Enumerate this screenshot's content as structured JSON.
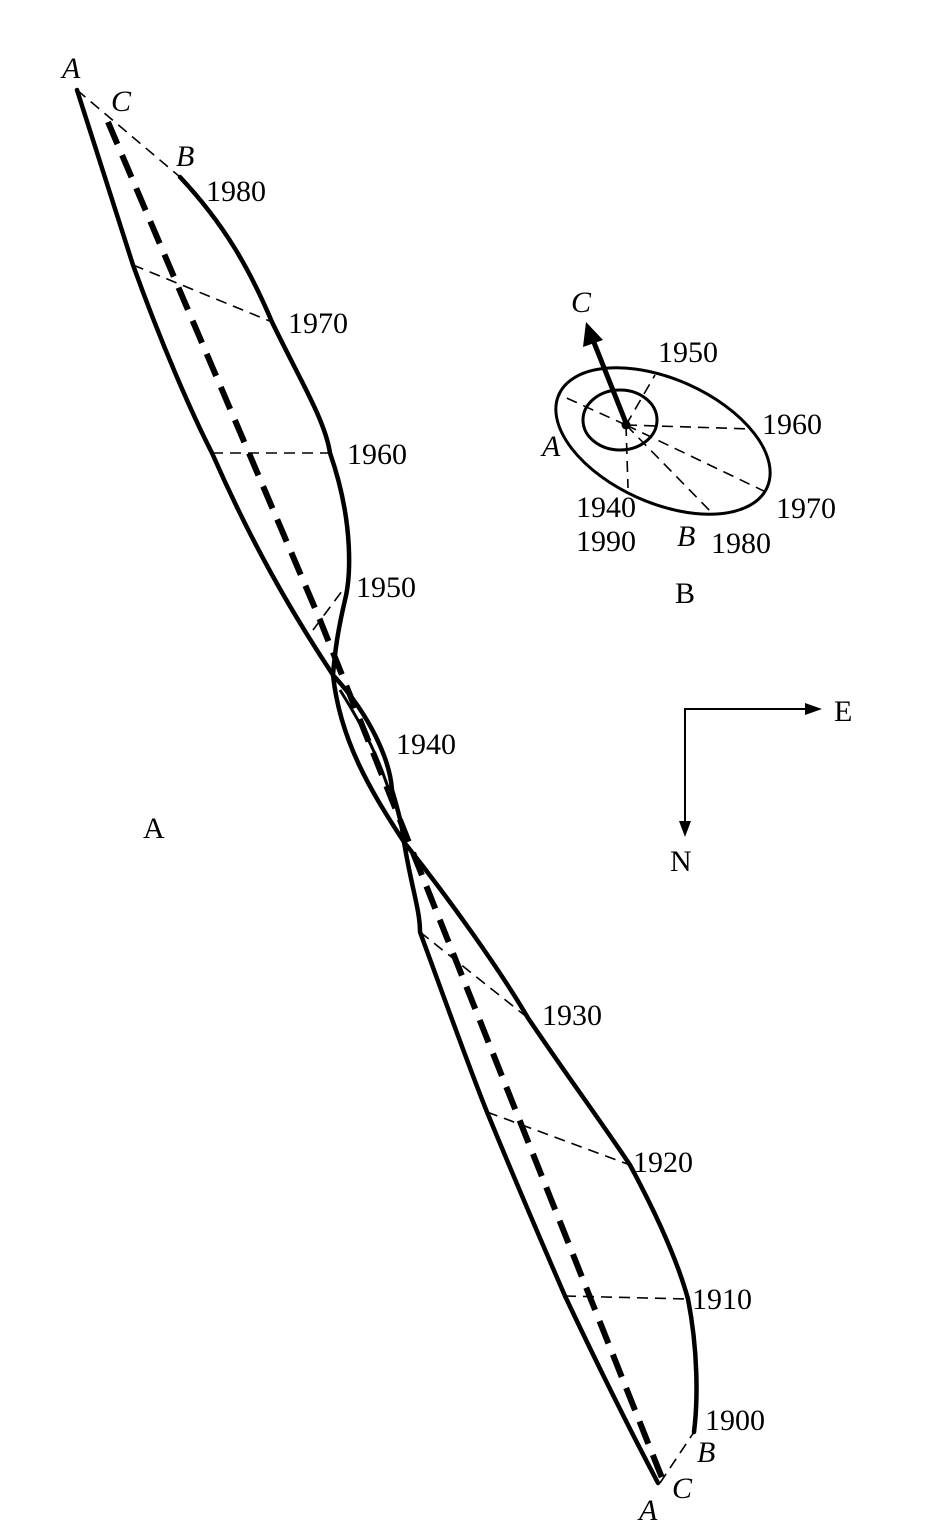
{
  "panel_a": {
    "panel_label": "A",
    "end_labels_top": [
      "A",
      "C",
      "B"
    ],
    "end_labels_bottom": [
      "A",
      "C",
      "B"
    ],
    "years": [
      "1980",
      "1970",
      "1960",
      "1950",
      "1940",
      "1930",
      "1920",
      "1910",
      "1900"
    ]
  },
  "panel_b": {
    "panel_label": "B",
    "label_c": "C",
    "label_a": "A",
    "label_b": "B",
    "years": [
      "1950",
      "1960",
      "1970",
      "1980",
      "1940",
      "1990"
    ]
  },
  "compass": {
    "east": "E",
    "north": "N"
  }
}
